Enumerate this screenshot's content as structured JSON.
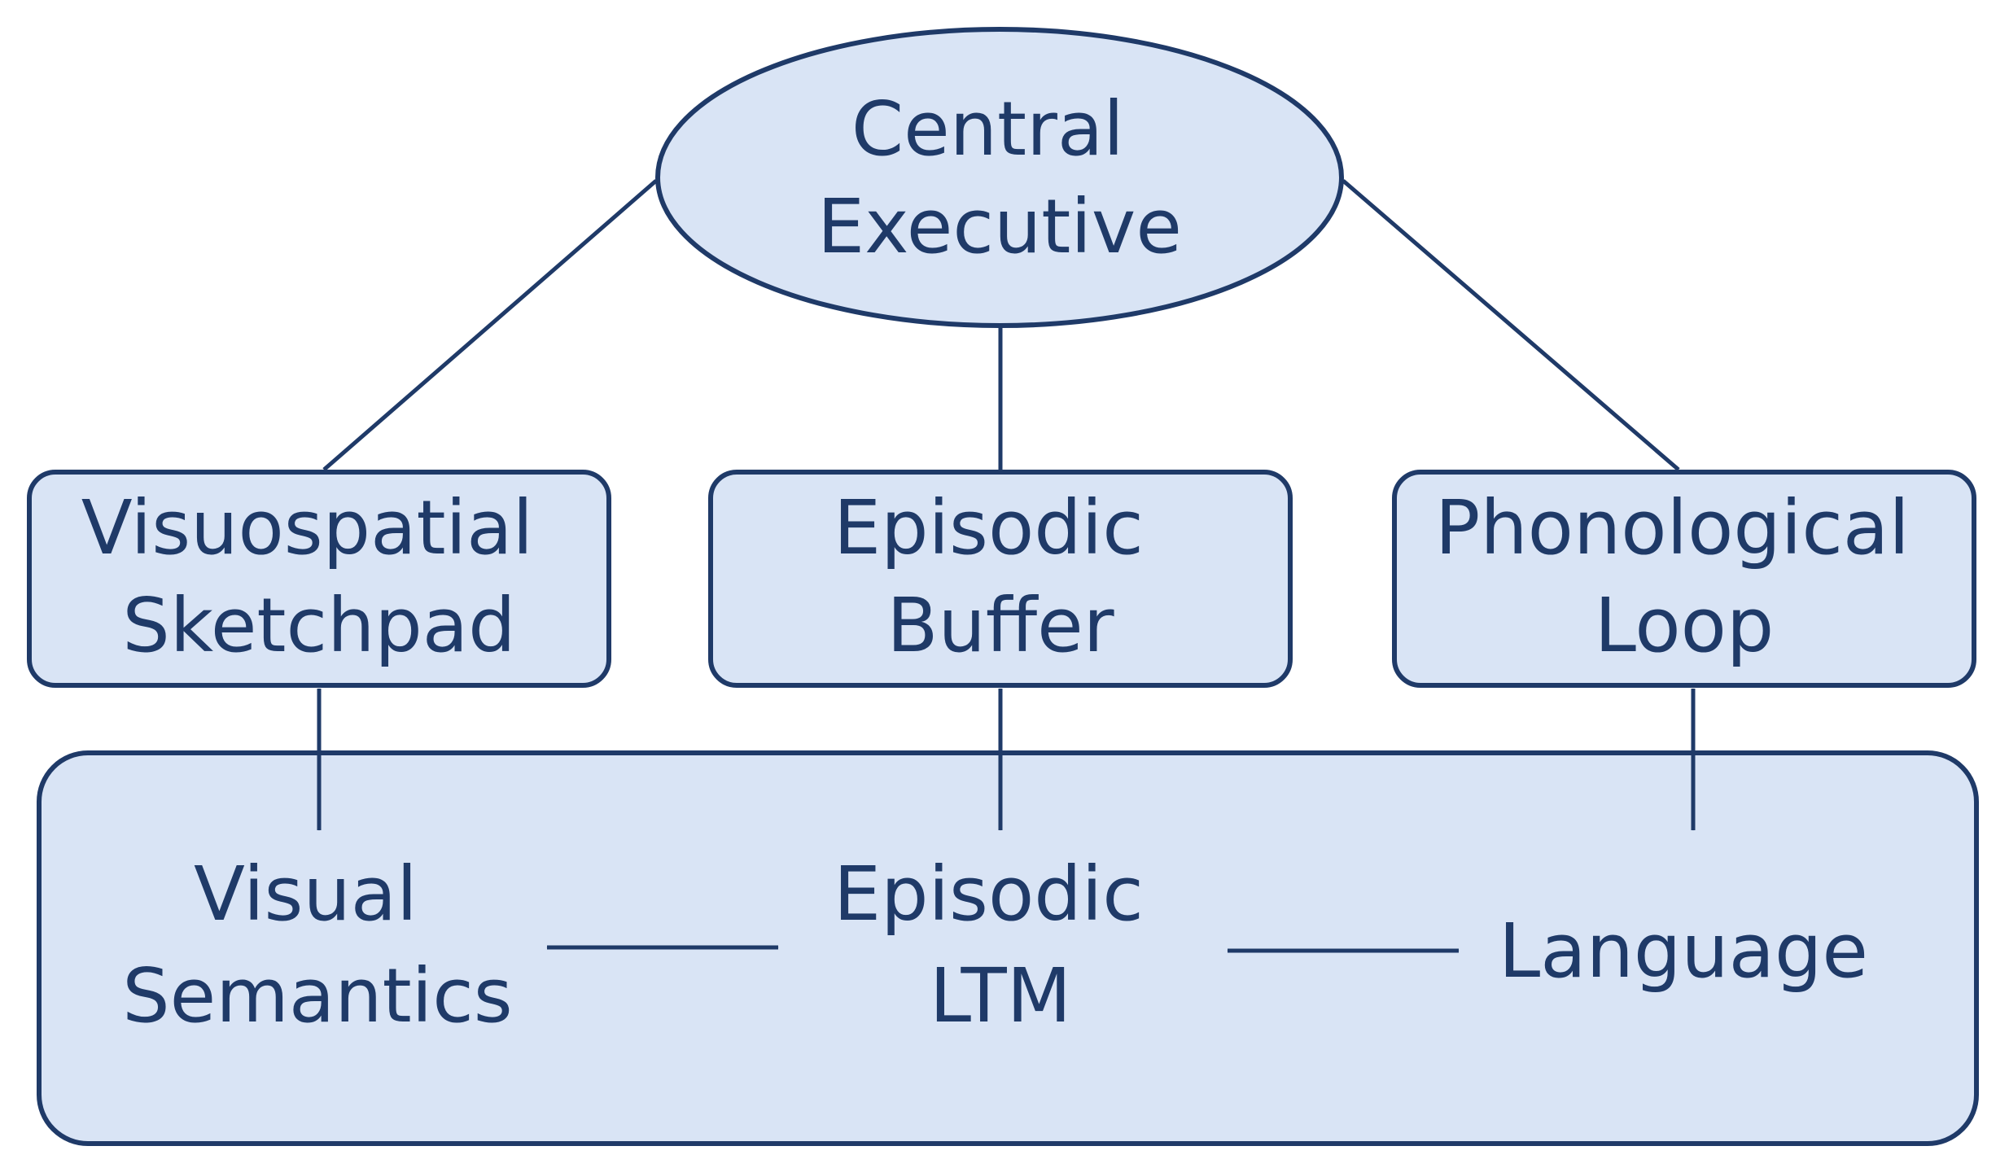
{
  "diagram": {
    "colors": {
      "fill": "#d9e4f5",
      "stroke": "#1f3a68",
      "text": "#1f3a68"
    },
    "nodes": {
      "central_executive": {
        "lines": [
          "Central",
          "Executive"
        ]
      },
      "visuospatial_sketchpad": {
        "lines": [
          "Visuospatial",
          "Sketchpad"
        ]
      },
      "episodic_buffer": {
        "lines": [
          "Episodic",
          "Buffer"
        ]
      },
      "phonological_loop": {
        "lines": [
          "Phonological",
          "Loop"
        ]
      },
      "visual_semantics": {
        "lines": [
          "Visual",
          "Semantics"
        ]
      },
      "episodic_ltm": {
        "lines": [
          "Episodic",
          "LTM"
        ]
      },
      "language": {
        "lines": [
          "Language"
        ]
      }
    },
    "edges": [
      {
        "from": "central_executive",
        "to": "visuospatial_sketchpad",
        "type": "bidirectional"
      },
      {
        "from": "central_executive",
        "to": "episodic_buffer",
        "type": "bidirectional"
      },
      {
        "from": "central_executive",
        "to": "phonological_loop",
        "type": "bidirectional"
      },
      {
        "from": "visuospatial_sketchpad",
        "to": "visual_semantics",
        "type": "bidirectional"
      },
      {
        "from": "episodic_buffer",
        "to": "episodic_ltm",
        "type": "bidirectional"
      },
      {
        "from": "phonological_loop",
        "to": "language",
        "type": "bidirectional"
      },
      {
        "from": "visual_semantics",
        "to": "episodic_ltm",
        "type": "bidirectional"
      },
      {
        "from": "episodic_ltm",
        "to": "language",
        "type": "bidirectional"
      }
    ]
  }
}
